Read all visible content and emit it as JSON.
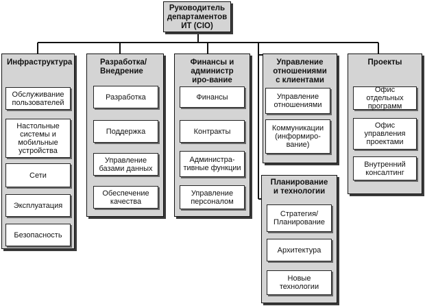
{
  "root": {
    "title": "Руководитель департаментов ИТ (CIO)"
  },
  "departments": [
    {
      "title": "Инфраструктура",
      "items": [
        "Обслуживание пользователей",
        "Настольные системы и мобильные устройства",
        "Сети",
        "Эксплуатация",
        "Безопасность"
      ]
    },
    {
      "title": "Разработка/ Внедрение",
      "items": [
        "Разработка",
        "Поддержка",
        "Управление базами данных",
        "Обеспечение качества"
      ]
    },
    {
      "title": "Финансы и администриро-вание",
      "items": [
        "Финансы",
        "Контракты",
        "Администра-тивные функции",
        "Управление персоналом"
      ]
    },
    {
      "title": "Управление отношениями с клиентами",
      "items": [
        "Управление отношениями",
        "Коммуникации (информиро-вание)"
      ]
    },
    {
      "title": "Планирование и технологии",
      "items": [
        "Стратегия/ Планирование",
        "Архитектура",
        "Новые технологии"
      ]
    },
    {
      "title": "Проекты",
      "items": [
        "Офис отдельных программ",
        "Офис управления проектами",
        "Внутренний консалтинг"
      ]
    }
  ]
}
